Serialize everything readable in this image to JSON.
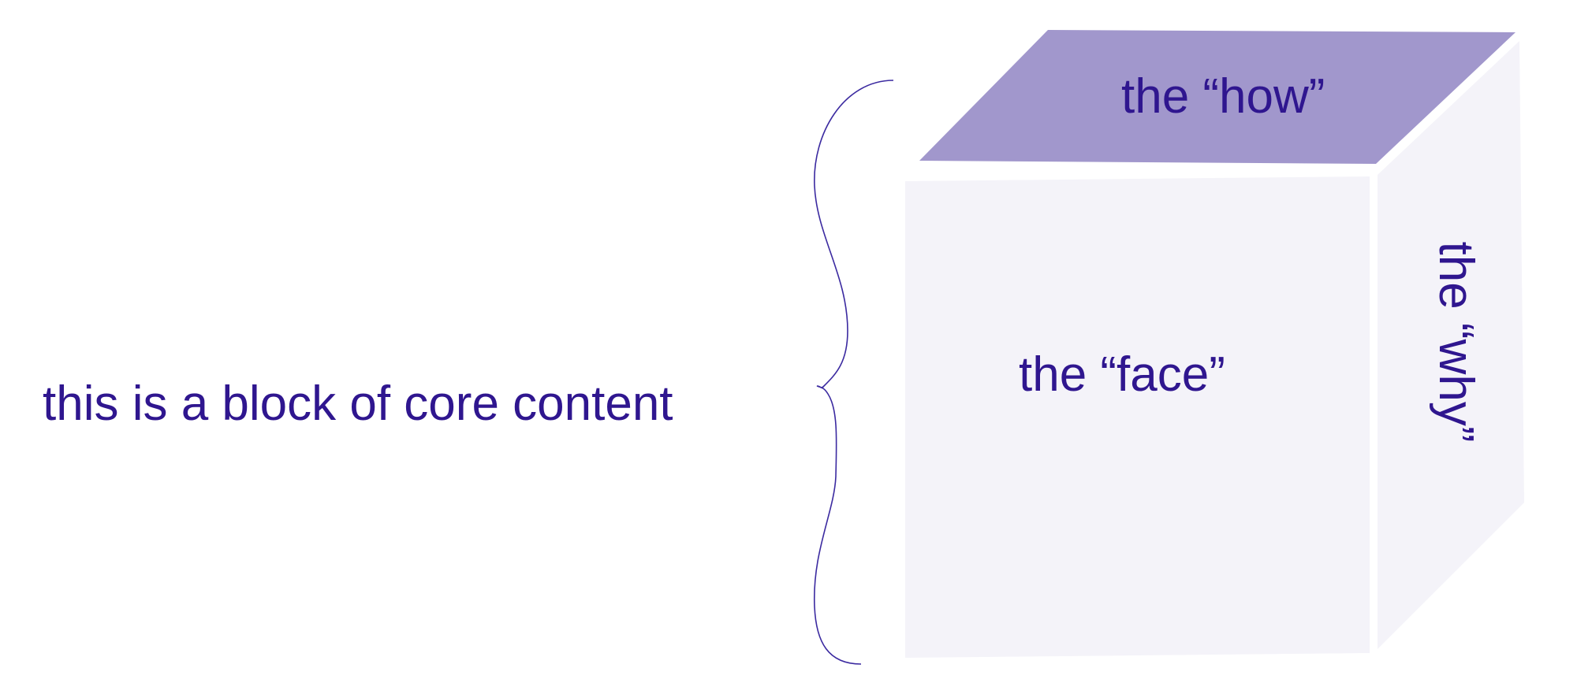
{
  "left_label": "this is a block of core content",
  "cube": {
    "top_label": "the “how”",
    "front_label": "the “face”",
    "side_label": "the “why”"
  },
  "colors": {
    "text": "#2f168f",
    "top_face": "#a197cc",
    "side_faces": "#f4f3f9",
    "brace": "#3b2aa0"
  }
}
